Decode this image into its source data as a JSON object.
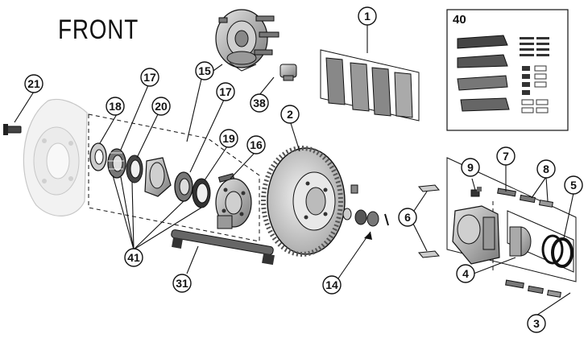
{
  "diagram": {
    "heading": "FRONT",
    "inset_label": "40",
    "callouts": [
      "1",
      "2",
      "3",
      "4",
      "5",
      "6",
      "7",
      "8",
      "9",
      "14",
      "15",
      "16",
      "17",
      "17",
      "18",
      "19",
      "20",
      "21",
      "31",
      "38",
      "41"
    ]
  },
  "colors": {
    "line": "#111111",
    "part_gray": "#9a9a9a",
    "part_dark": "#555555",
    "part_light": "#d8d8d8",
    "shield_faded": "#c8c8c8"
  }
}
